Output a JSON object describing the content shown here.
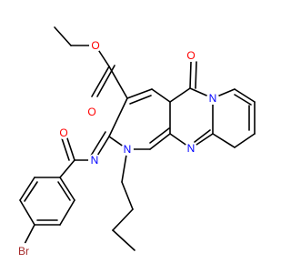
{
  "molecule": {
    "atoms": {
      "O_ester_carbonyl": {
        "symbol": "O",
        "color": "#ff0000"
      },
      "O_ester_link": {
        "symbol": "O",
        "color": "#ff0000"
      },
      "O_ring": {
        "symbol": "O",
        "color": "#ff0000"
      },
      "O_amide": {
        "symbol": "O",
        "color": "#ff0000"
      },
      "N_imine": {
        "symbol": "N",
        "color": "#0000ff"
      },
      "N_butyl": {
        "symbol": "N",
        "color": "#0000ff"
      },
      "N_bridge": {
        "symbol": "N",
        "color": "#0000ff"
      },
      "N_fused": {
        "symbol": "N",
        "color": "#0000ff"
      },
      "Br": {
        "symbol": "Br",
        "color": "#a52a2a"
      }
    }
  }
}
